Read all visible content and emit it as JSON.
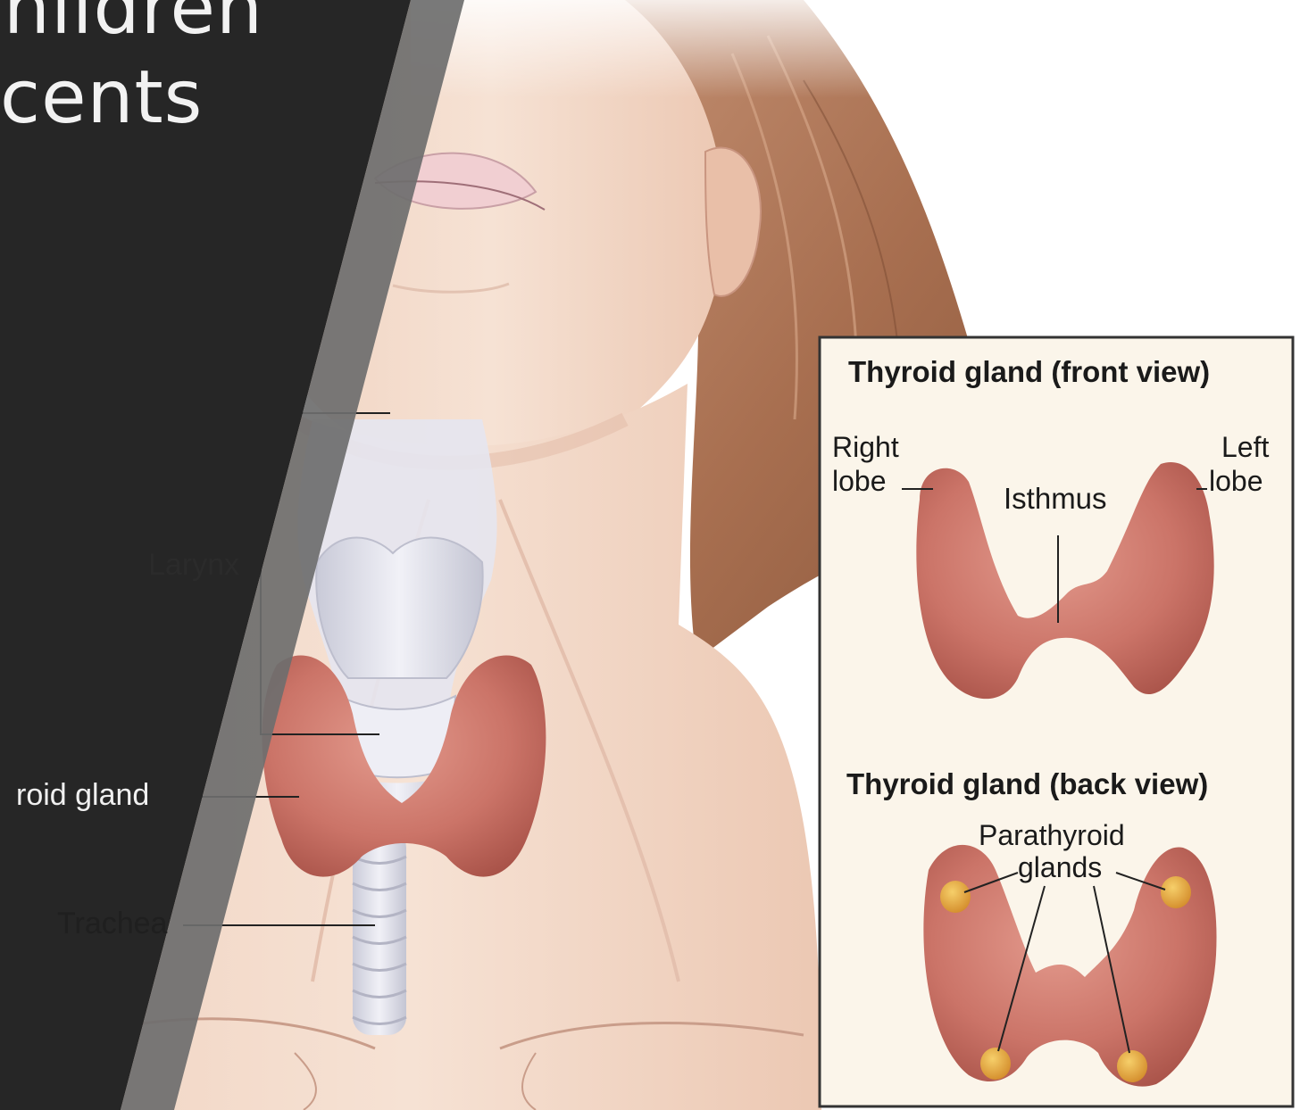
{
  "slide": {
    "title_line1": "hildren",
    "title_line2": "cents"
  },
  "figure": {
    "labels": {
      "larynx": "Larynx",
      "thyroid_gland": "roid gland",
      "trachea": "Trachea"
    },
    "inset": {
      "front_title": "Thyroid gland (front view)",
      "right_lobe_line1": "Right",
      "right_lobe_line2": "lobe",
      "left_lobe_line1": "Left",
      "left_lobe_line2": "lobe",
      "isthmus": "Isthmus",
      "back_title": "Thyroid gland (back view)",
      "parathyroid_line1": "Parathyroid",
      "parathyroid_line2": "glands"
    }
  },
  "colors": {
    "panel_dark": "#262626",
    "panel_stripe": "#6e6e6e",
    "skin": "#f3d9c8",
    "hair": "#b07a5a",
    "thyroid": "#c9726a",
    "trachea": "#dcdde8",
    "parathyroid": "#e3a23a",
    "inset_bg": "#fbf5ea"
  }
}
